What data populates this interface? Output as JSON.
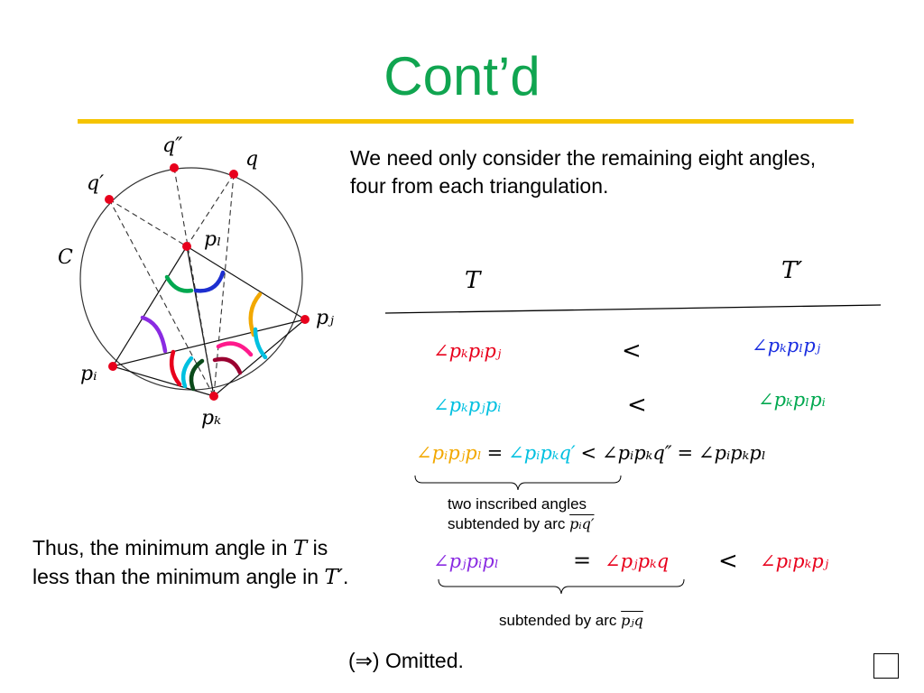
{
  "title": "Cont’d",
  "intro_line1": "We need only consider the remaining eight angles,",
  "intro_line2": "four from each triangulation.",
  "col_T": "T",
  "col_Tprime": "T′",
  "rows": [
    {
      "left": "∠pₖpᵢpⱼ",
      "rel": "<",
      "right": "∠pₖpₗpⱼ"
    },
    {
      "left": "∠pₖpⱼpᵢ",
      "rel": "<",
      "right": "∠pₖpₗpᵢ"
    }
  ],
  "row3": {
    "a": "∠pᵢpⱼpₗ",
    "eq1": "=",
    "b": "∠pᵢpₖq′",
    "lt": "<",
    "c": "∠pᵢpₖq″",
    "eq2": "=",
    "d": "∠pᵢpₖpₗ"
  },
  "brace1_line1": "two inscribed angles",
  "brace1_line2": "subtended by arc",
  "brace1_arc": "pᵢq′",
  "conclusion_line1_pre": "Thus, the minimum angle in ",
  "conclusion_line1_T": "T",
  "conclusion_line1_post": " is",
  "conclusion_line2_pre": "less than the minimum angle in ",
  "conclusion_line2_T": "T′",
  "conclusion_line2_post": ".",
  "row4": {
    "a": "∠pⱼpᵢpₗ",
    "eq": "=",
    "b": "∠pⱼpₖq",
    "lt": "<",
    "c": "∠pₗpₖpⱼ"
  },
  "brace2_label": "subtended by arc",
  "brace2_arc": "pⱼq",
  "omitted": "(⇒) Omitted.",
  "diagram_labels": {
    "q2": "q″",
    "q": "q",
    "q1": "q′",
    "pl": "pₗ",
    "C": "C",
    "pj": "pⱼ",
    "pi": "pᵢ",
    "pk": "pₖ"
  },
  "colors": {
    "title": "#10a550",
    "rule": "#f5c400",
    "red": "#e8001c",
    "cyan": "#00c0e0",
    "blue": "#1a2ee0",
    "purple": "#8a2be2",
    "orange": "#f2a800",
    "green": "#00a84f",
    "darkblue": "#1d2fd0"
  }
}
